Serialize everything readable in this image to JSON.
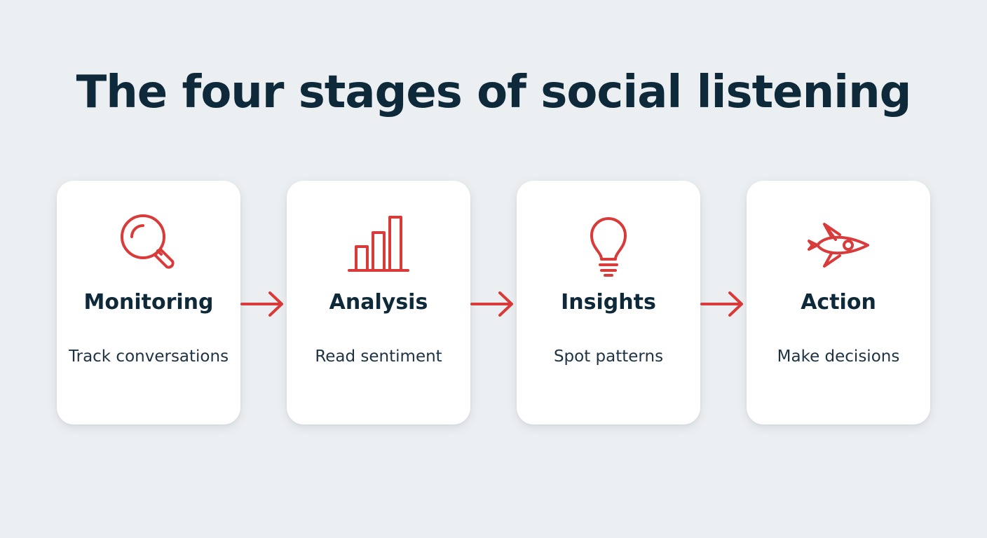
{
  "title": "The four stages of social listening",
  "accent_color": "#d93a3a",
  "text_color": "#0e2a3a",
  "stages": [
    {
      "name": "Monitoring",
      "description": "Track conversations",
      "icon": "magnifying-glass-icon"
    },
    {
      "name": "Analysis",
      "description": "Read sentiment",
      "icon": "bar-chart-icon"
    },
    {
      "name": "Insights",
      "description": "Spot patterns",
      "icon": "lightbulb-icon"
    },
    {
      "name": "Action",
      "description": "Make decisions",
      "icon": "rocket-icon"
    }
  ],
  "connectors": [
    "arrow-right-icon",
    "arrow-right-icon",
    "arrow-right-icon"
  ]
}
